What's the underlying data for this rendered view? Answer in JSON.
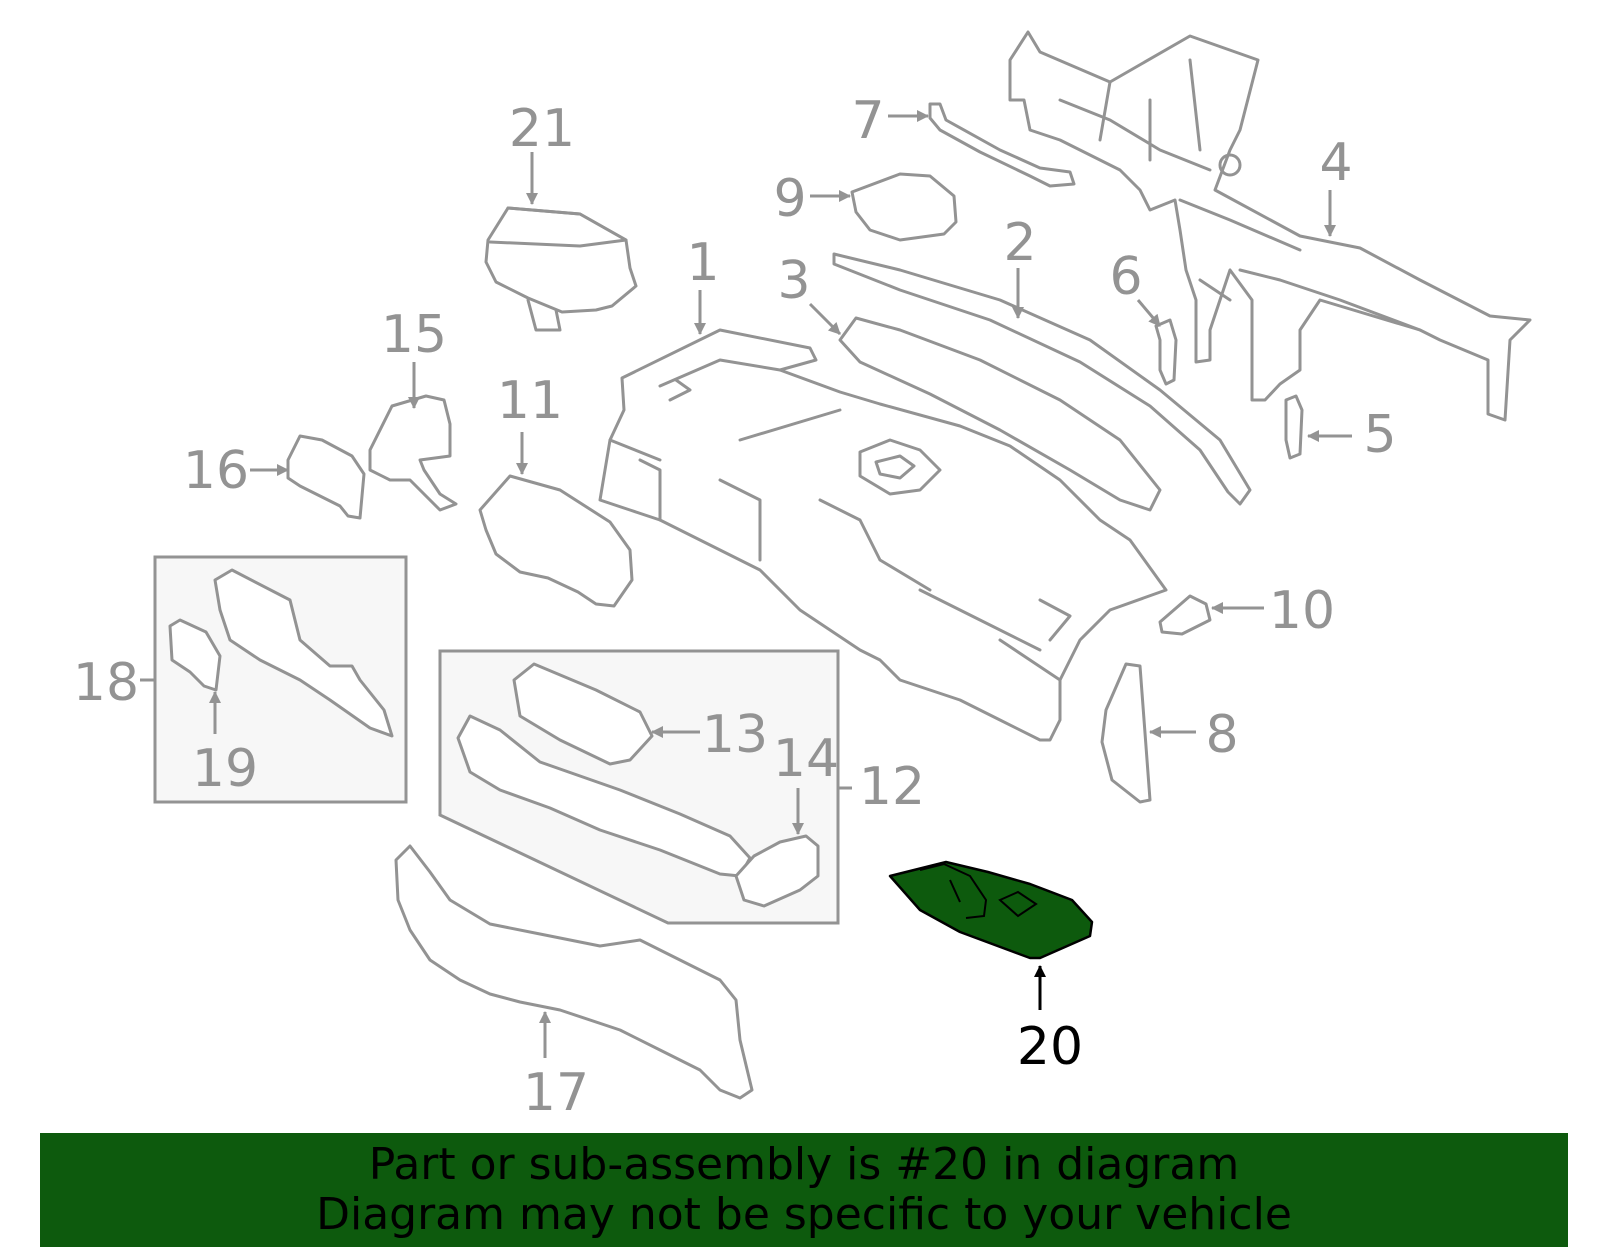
{
  "labels": {
    "p1": "1",
    "p2": "2",
    "p3": "3",
    "p4": "4",
    "p5": "5",
    "p6": "6",
    "p7": "7",
    "p8": "8",
    "p9": "9",
    "p10": "10",
    "p11": "11",
    "p12": "12",
    "p13": "13",
    "p14": "14",
    "p15": "15",
    "p16": "16",
    "p17": "17",
    "p18": "18",
    "p19": "19",
    "p20": "20",
    "p21": "21"
  },
  "highlighted_part": "20",
  "colors": {
    "line": "#939393",
    "highlight_fill": "#0d5a0d",
    "banner": "#0d5a0d",
    "box_fill": "#f7f7f7"
  },
  "banner": {
    "line1": "Part or sub-assembly is #20 in diagram",
    "line2": "Diagram may not be specific to your vehicle"
  }
}
